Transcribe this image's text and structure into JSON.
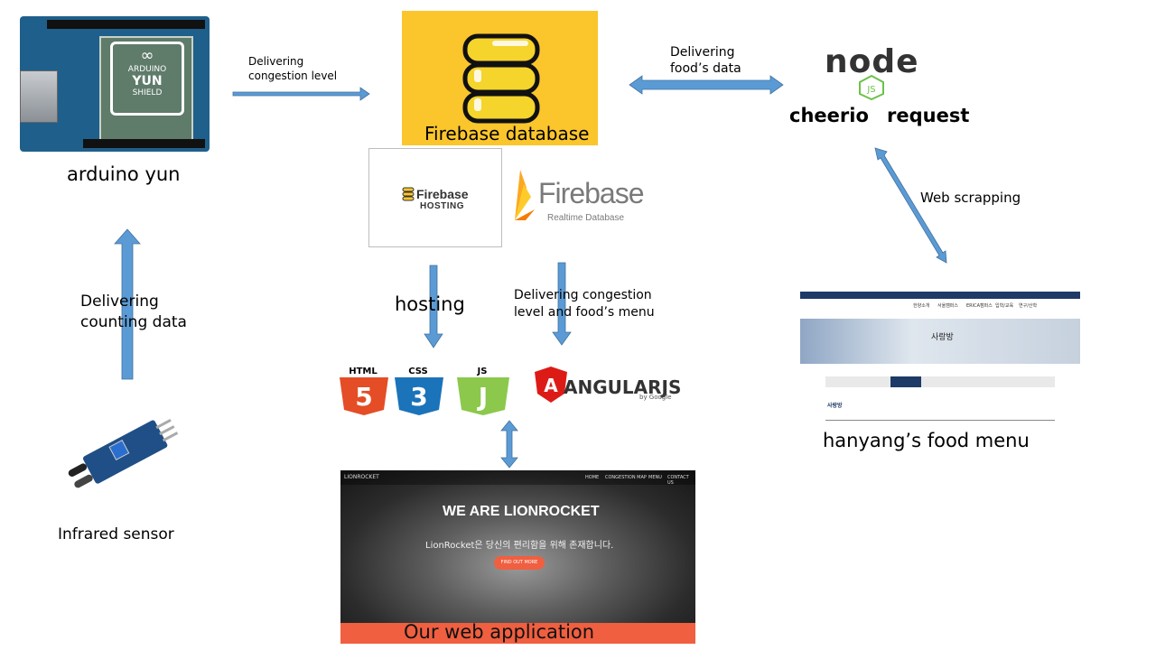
{
  "arduino": {
    "logo_symbol": "∞",
    "logo_brand": "ARDUINO",
    "logo_model": "YUN",
    "logo_sub": "SHIELD",
    "label": "arduino yun"
  },
  "arrows": {
    "arduino_to_firebase": "Delivering\ncongestion level",
    "firebase_node": "Delivering\nfood’s data",
    "sensor_to_arduino": "Delivering\ncounting data",
    "web_scrapping": "Web scrapping",
    "hosting": "hosting",
    "firebase_to_web": "Delivering congestion\nlevel and food’s menu"
  },
  "firebase_db": {
    "label": "Firebase  database"
  },
  "firebase_hosting": {
    "title": "Firebase",
    "subtitle": "HOSTING"
  },
  "firebase_realtime": {
    "title": "Firebase",
    "subtitle": "Realtime Database"
  },
  "node": {
    "logo": "node",
    "logo_badge": "JS",
    "cheerio": "cheerio",
    "request": "request"
  },
  "hanyang": {
    "label": "hanyang’s food menu",
    "page_title": "사랑방",
    "section": "사랑방",
    "nav": [
      "한양소개",
      "서울캠퍼스",
      "ERICA캠퍼스",
      "입학/교육",
      "연구/산학"
    ]
  },
  "tech": {
    "html": "HTML",
    "html_num": "5",
    "css": "CSS",
    "css_num": "3",
    "js": "JS",
    "js_num": "J",
    "angular": "ANGULARJS",
    "angular_by": "by Google"
  },
  "webapp": {
    "brand": "LIONROCKET",
    "nav": [
      "HOME",
      "CONGESTION MAP",
      "MENU",
      "CONTACT US"
    ],
    "hero": "WE ARE LIONROCKET",
    "subtitle": "LionRocket은 당신의 편리함을 위해 존재합니다.",
    "button": "FIND OUT MORE",
    "caption": "Our  web application"
  },
  "sensor": {
    "label": "Infrared sensor"
  },
  "colors": {
    "arrow": "#5b9bd5",
    "firebase_yellow": "#fbc52c",
    "html": "#e44d26",
    "css": "#1b73ba",
    "js": "#8cc84b",
    "angular": "#dd1b16",
    "web_bar": "#ef5f40"
  }
}
